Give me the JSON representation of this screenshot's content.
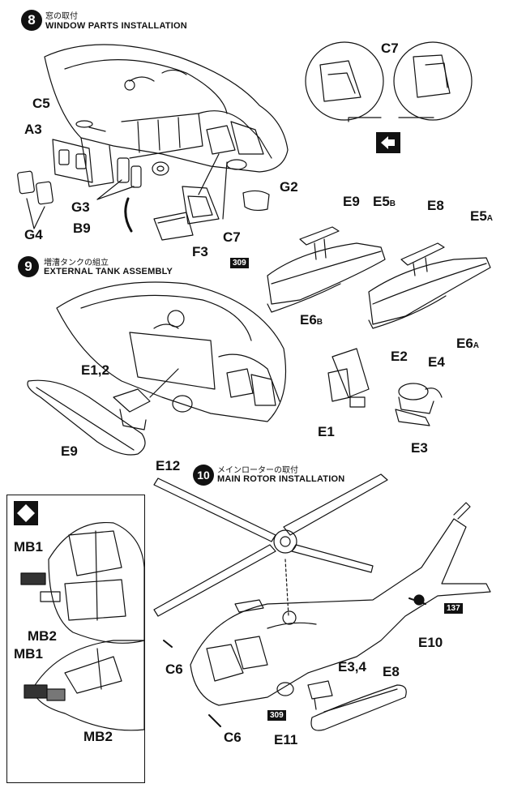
{
  "steps": [
    {
      "number": "8",
      "title_jp": "窓の取付",
      "title_en": "WINDOW PARTS INSTALLATION"
    },
    {
      "number": "9",
      "title_jp": "増漕タンクの組立",
      "title_en": "EXTERNAL TANK ASSEMBLY"
    },
    {
      "number": "10",
      "title_jp": "メインローターの取付",
      "title_en": "MAIN ROTOR INSTALLATION"
    }
  ],
  "step8_labels": {
    "c5": "C5",
    "a3": "A3",
    "g4": "G4",
    "g3": "G3",
    "b9": "B9",
    "f3": "F3",
    "c7": "C7",
    "c7_top": "C7",
    "g2": "G2"
  },
  "step9_labels": {
    "e9": "E9",
    "e5b": "E5",
    "e5b_sub": "B",
    "e8": "E8",
    "e5a": "E5",
    "e5a_sub": "A",
    "e6b": "E6",
    "e6b_sub": "B",
    "e6a": "E6",
    "e6a_sub": "A",
    "e2": "E2",
    "e4": "E4",
    "e1": "E1",
    "e3": "E3",
    "e12_combo": "E1,2",
    "e9_tank": "E9",
    "e12": "E12"
  },
  "step10_labels": {
    "mb1_a": "MB1",
    "mb2_a": "MB2",
    "mb1_b": "MB1",
    "mb2_b": "MB2",
    "c6_a": "C6",
    "c6_b": "C6",
    "e10": "E10",
    "e34": "E3,4",
    "e8": "E8",
    "e11": "E11"
  },
  "part_numbers": {
    "p309_a": "309",
    "p309_b": "309",
    "p137": "137"
  },
  "icons": {
    "arrow_swap": "double-arrow-icon",
    "diamond": "diamond-icon"
  }
}
